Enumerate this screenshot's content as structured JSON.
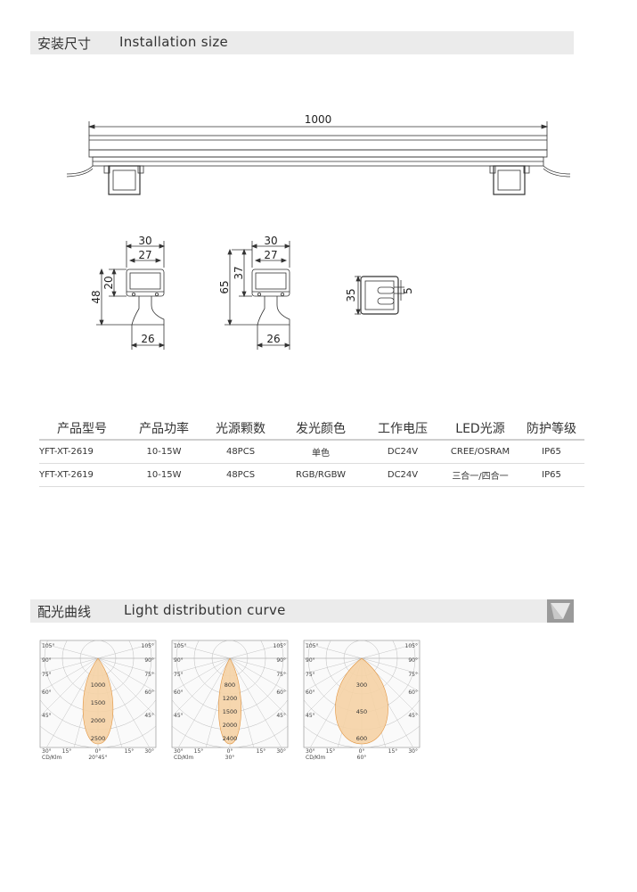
{
  "install_section": {
    "title_cn": "安装尺寸",
    "title_en": "Installation size"
  },
  "dimensions": {
    "length": "1000",
    "a_width_outer": "30",
    "a_width_inner": "27",
    "a_height_total": "48",
    "a_height_upper": "20",
    "a_base": "26",
    "b_width_outer": "30",
    "b_width_inner": "27",
    "b_height_total": "65",
    "b_height_upper": "37",
    "b_base": "26",
    "c_height": "35",
    "c_slot": "5"
  },
  "spec_table": {
    "headers": [
      "产品型号",
      "产品功率",
      "光源颗数",
      "发光颜色",
      "工作电压",
      "LED光源",
      "防护等级"
    ],
    "rows": [
      [
        "YFT-XT-2619",
        "10-15W",
        "48PCS",
        "单色",
        "DC24V",
        "CREE/OSRAM",
        "IP65"
      ],
      [
        "YFT-XT-2619",
        "10-15W",
        "48PCS",
        "RGB/RGBW",
        "DC24V",
        "三合一/四合一",
        "IP65"
      ]
    ]
  },
  "curve_section": {
    "title_cn": "配光曲线",
    "title_en": "Light distribution curve"
  },
  "curves": [
    {
      "beam": "20°45°",
      "values": [
        "1000",
        "1500",
        "2000",
        "2500"
      ]
    },
    {
      "beam": "30°",
      "values": [
        "800",
        "1200",
        "1500",
        "2000",
        "2400"
      ]
    },
    {
      "beam": "60°",
      "values": [
        "300",
        "450",
        "600"
      ]
    }
  ],
  "polar_labels": {
    "unit": "CD/Klm",
    "angles": [
      "105°",
      "90°",
      "75°",
      "60°",
      "45°",
      "30°",
      "15°",
      "0°"
    ]
  },
  "colors": {
    "beam_fill": "#f6d3a6",
    "beam_stroke": "#e08a2c",
    "section_bg": "#ebebeb"
  }
}
